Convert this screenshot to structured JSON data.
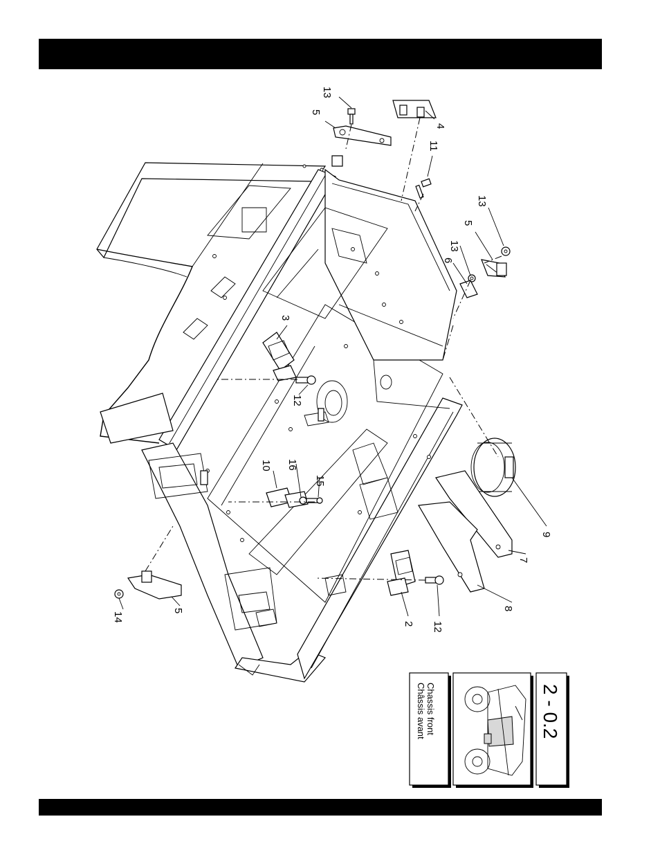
{
  "callouts": [
    {
      "id": "c13a",
      "text": "13"
    },
    {
      "id": "c5a",
      "text": "5"
    },
    {
      "id": "c4",
      "text": "4"
    },
    {
      "id": "c11",
      "text": "11"
    },
    {
      "id": "c13b",
      "text": "13"
    },
    {
      "id": "c5b",
      "text": "5"
    },
    {
      "id": "c13c",
      "text": "13"
    },
    {
      "id": "c6",
      "text": "6"
    },
    {
      "id": "c3",
      "text": "3"
    },
    {
      "id": "c12a",
      "text": "12"
    },
    {
      "id": "c10",
      "text": "10"
    },
    {
      "id": "c16",
      "text": "16"
    },
    {
      "id": "c15",
      "text": "15"
    },
    {
      "id": "c9",
      "text": "9"
    },
    {
      "id": "c7",
      "text": "7"
    },
    {
      "id": "c8",
      "text": "8"
    },
    {
      "id": "c2",
      "text": "2"
    },
    {
      "id": "c12b",
      "text": "12"
    },
    {
      "id": "c14",
      "text": "14"
    },
    {
      "id": "c5c",
      "text": "5"
    }
  ],
  "section_tab": {
    "number": "2 - 0.2",
    "title_en": "Chassis front",
    "title_fr": "Châssis avant"
  }
}
